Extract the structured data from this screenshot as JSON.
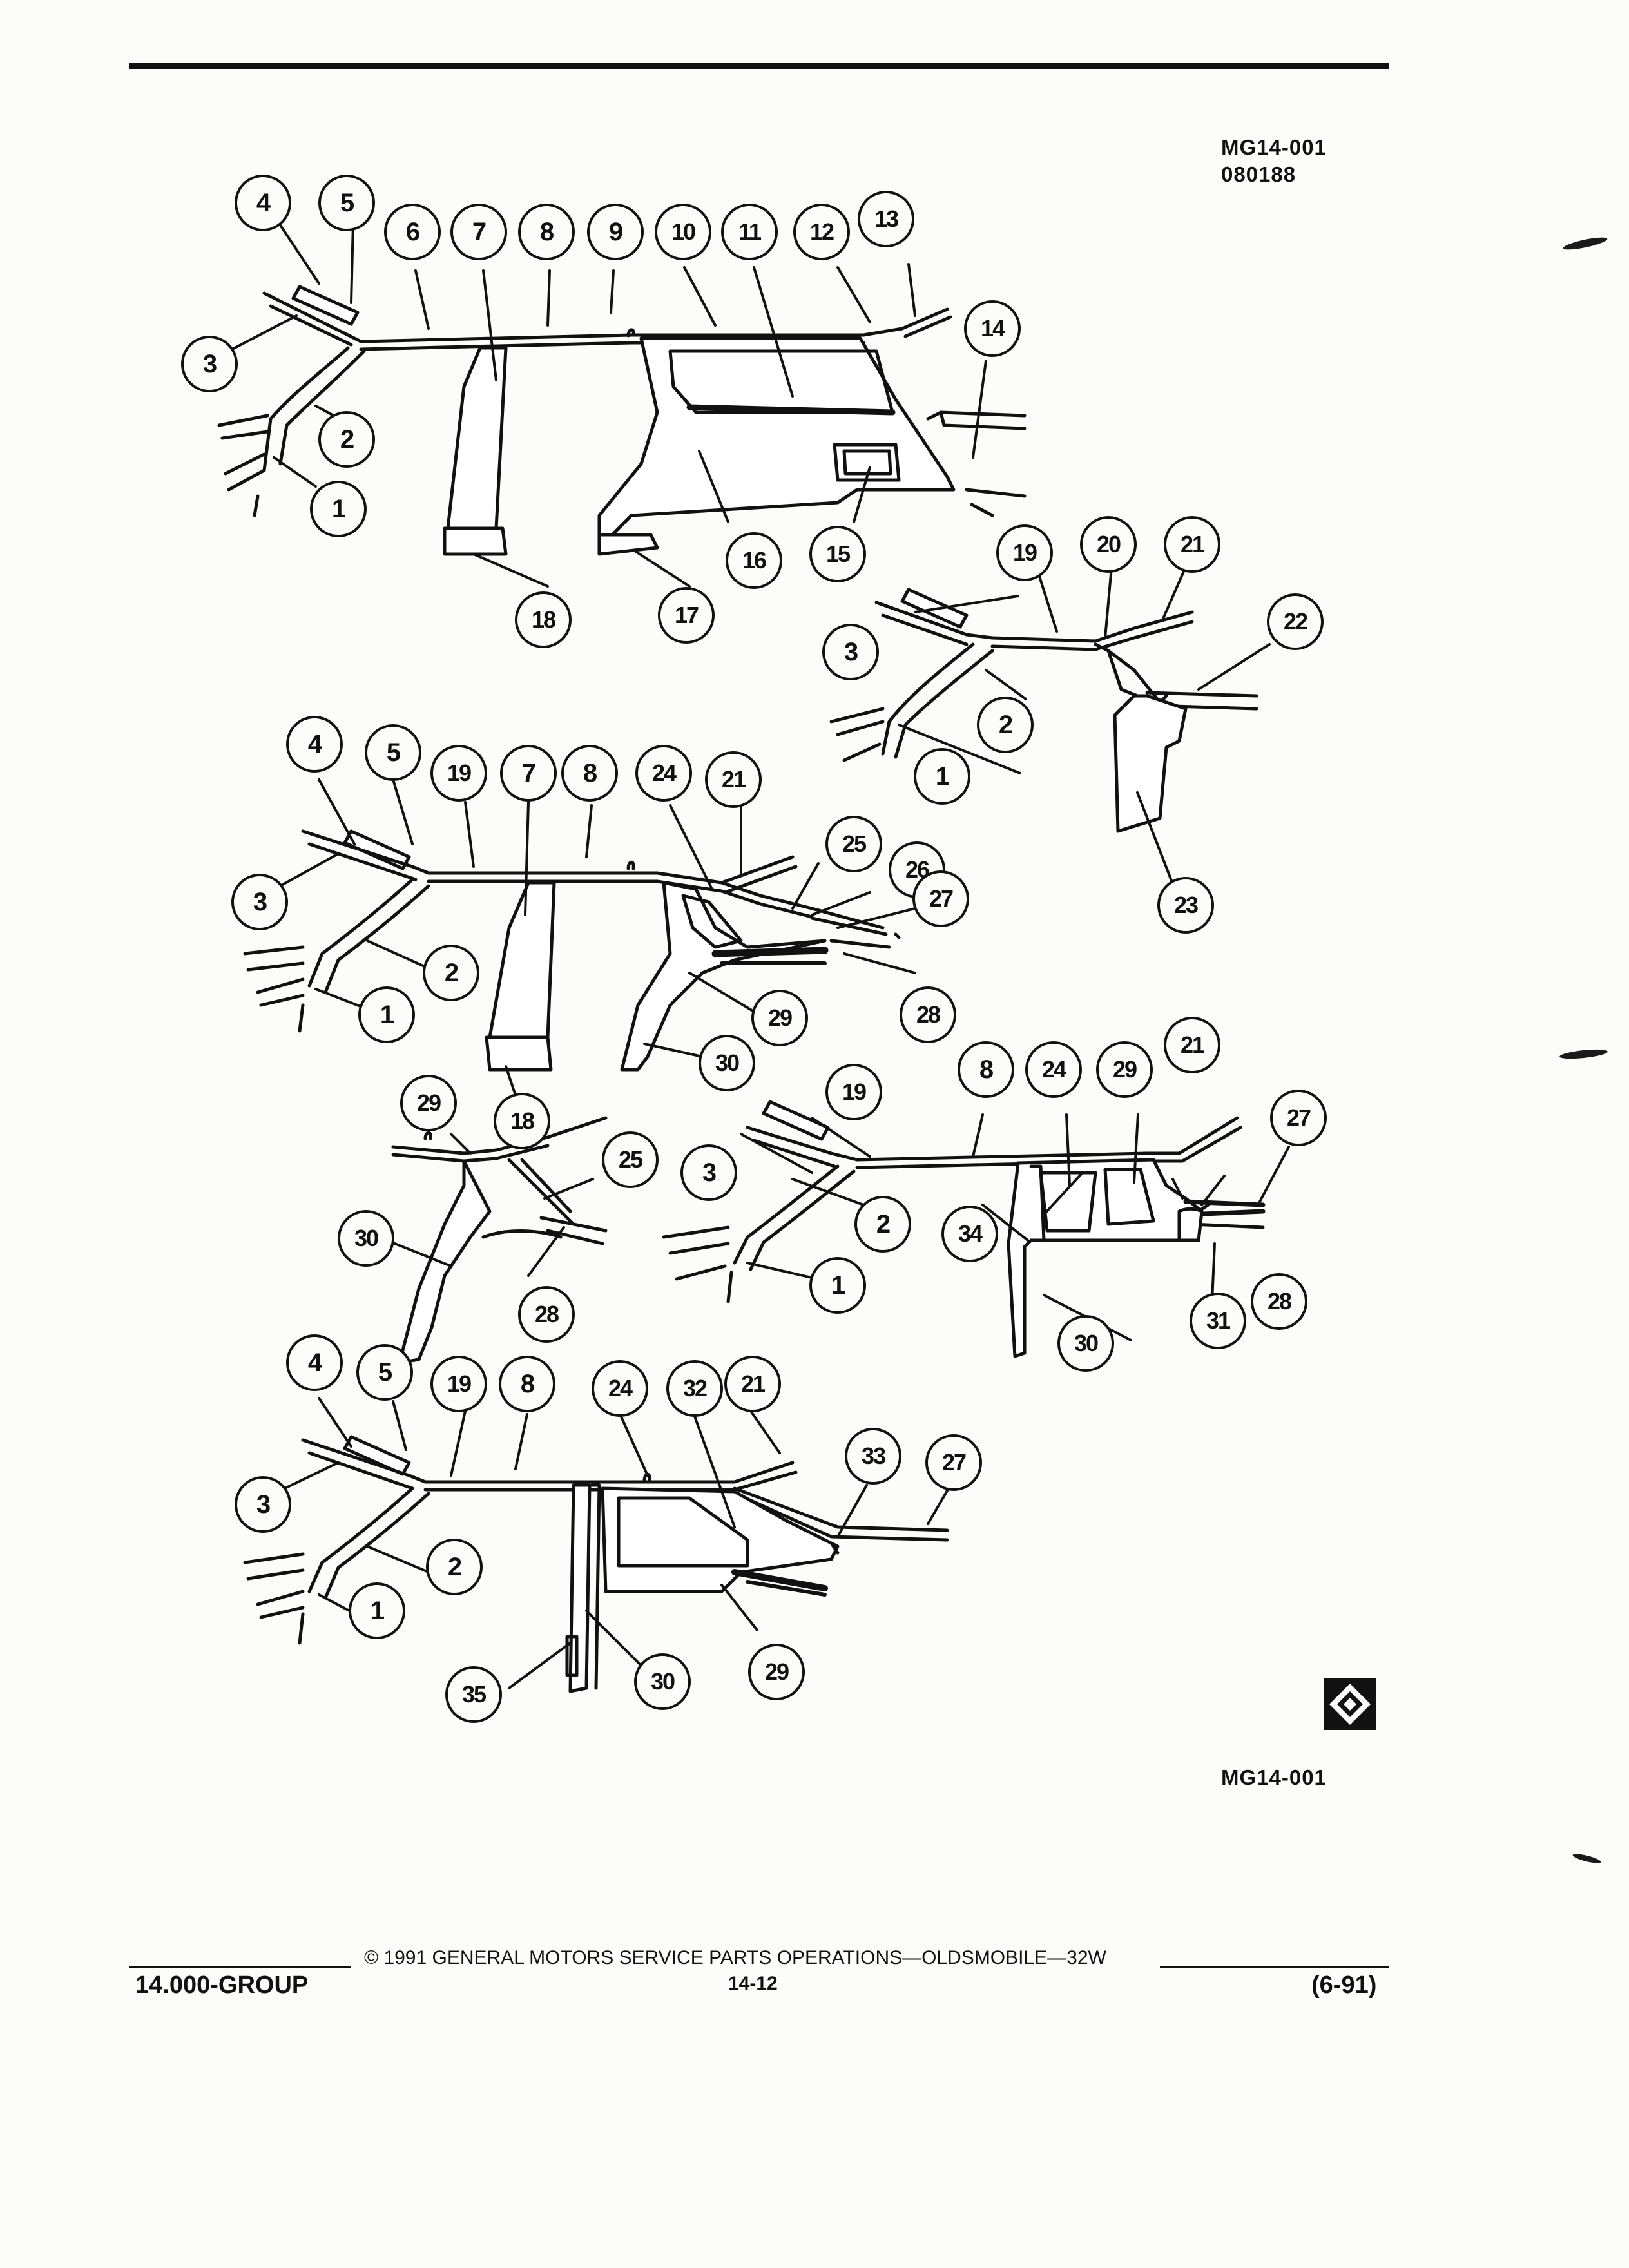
{
  "header": {
    "figure_id": "MG14-001",
    "date_code": "080188"
  },
  "diagrams": [
    {
      "callouts": [
        "1",
        "2",
        "3",
        "4",
        "5",
        "6",
        "7",
        "8",
        "9",
        "10",
        "11",
        "12",
        "13",
        "14",
        "15",
        "16",
        "17",
        "18"
      ]
    },
    {
      "callouts": [
        "1",
        "2",
        "3",
        "19",
        "20",
        "21",
        "22",
        "23"
      ]
    },
    {
      "callouts": [
        "1",
        "2",
        "3",
        "4",
        "5",
        "19",
        "7",
        "8",
        "24",
        "21",
        "25",
        "26",
        "27",
        "28",
        "29",
        "30",
        "18"
      ]
    },
    {
      "callouts": [
        "29",
        "25",
        "30",
        "28"
      ]
    },
    {
      "callouts": [
        "1",
        "2",
        "3",
        "19",
        "8",
        "24",
        "29",
        "21",
        "27",
        "34",
        "31",
        "28",
        "30"
      ]
    },
    {
      "callouts": [
        "1",
        "2",
        "3",
        "4",
        "5",
        "19",
        "8",
        "24",
        "32",
        "21",
        "33",
        "27",
        "29",
        "30",
        "35"
      ]
    }
  ],
  "logo_caption": "MG14-001",
  "footer": {
    "copyright": "© 1991 GENERAL MOTORS SERVICE PARTS OPERATIONS—OLDSMOBILE—32W",
    "group": "14.000-GROUP",
    "page": "14-12",
    "revision": "(6-91)"
  }
}
